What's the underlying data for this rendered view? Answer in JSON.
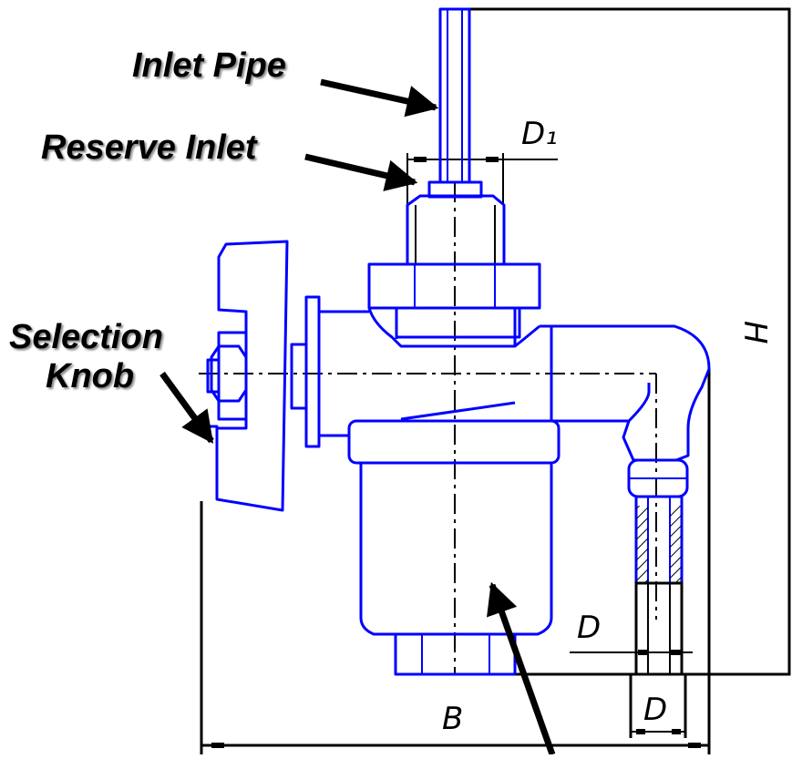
{
  "labels": {
    "inlet_pipe": "Inlet Pipe",
    "reserve_inlet": "Reserve Inlet",
    "selection_knob_line1": "Selection",
    "selection_knob_line2": "Knob"
  },
  "dimensions": {
    "d1": "D₁",
    "h": "H",
    "d_mid": "D",
    "d_bottom": "D",
    "b": "B"
  },
  "colors": {
    "part_outline": "#0000ff",
    "dimension_lines": "#000000"
  }
}
